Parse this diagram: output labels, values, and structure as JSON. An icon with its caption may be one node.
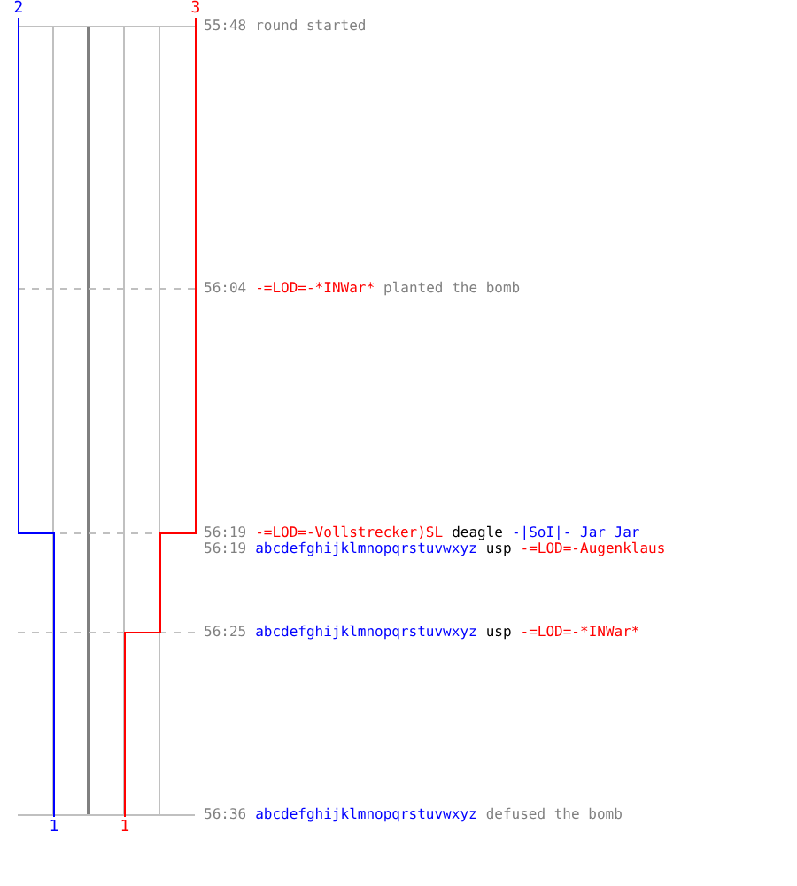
{
  "diagram": {
    "labels": [
      "2",
      "3",
      "55:48",
      "round started",
      "56:04",
      "-=LOD=-*INWar*",
      "planted the bomb",
      "56:19",
      "-=LOD=-Vollstrecker)SL",
      "deagle",
      "-|SoI|- Jar Jar",
      "56:19",
      "abcdefghijklmnopqrstuvwxyz",
      "usp",
      "-=LOD=-Augenklaus",
      "56:25",
      "abcdefghijklmnopqrstuvwxyz",
      "usp",
      "-=LOD=-*INWar*",
      "56:36",
      "abcdefghijklmnopqrstuvwxyz",
      "defused the bomb",
      "1",
      "1"
    ]
  }
}
